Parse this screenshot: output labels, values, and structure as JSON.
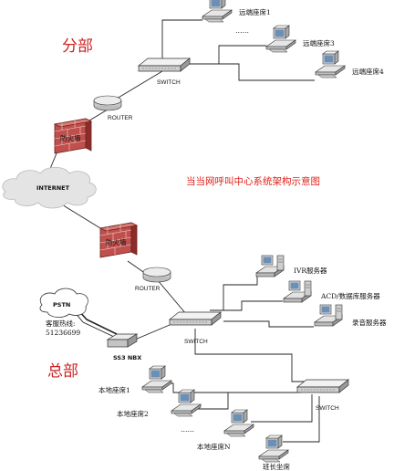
{
  "branch_label": "分部",
  "hq_label": "总部",
  "title": "当当网呼叫中心系统架构示意图",
  "branch": {
    "remote_seats": [
      "远端座席1",
      "远端座席3",
      "远端座席4"
    ],
    "ellipsis": "……",
    "switch_label": "SWITCH",
    "router_label": "ROUTER",
    "firewall_label": "防火墙"
  },
  "internet_label": "INTERNET",
  "hq": {
    "firewall_label": "防火墙",
    "router_label": "ROUTER",
    "pstn_label": "PSTN",
    "hotline_label": "客服热线:",
    "hotline_number": "51236699",
    "pbx_label": "SS3 NBX",
    "switch_label": "SWITCH",
    "switch2_label": "SWITCH",
    "servers": [
      "IVR服务器",
      "ACD/数据库服务器",
      "录音服务器"
    ],
    "local_seats": [
      "本地座席1",
      "本地座席2",
      "本地座席N"
    ],
    "local_ellipsis": "……",
    "supervisor_label": "班长坐席"
  },
  "colors": {
    "accent_red": "#cc2222",
    "firewall_brick": "#c0504d",
    "cloud": "#e4e4e4"
  }
}
